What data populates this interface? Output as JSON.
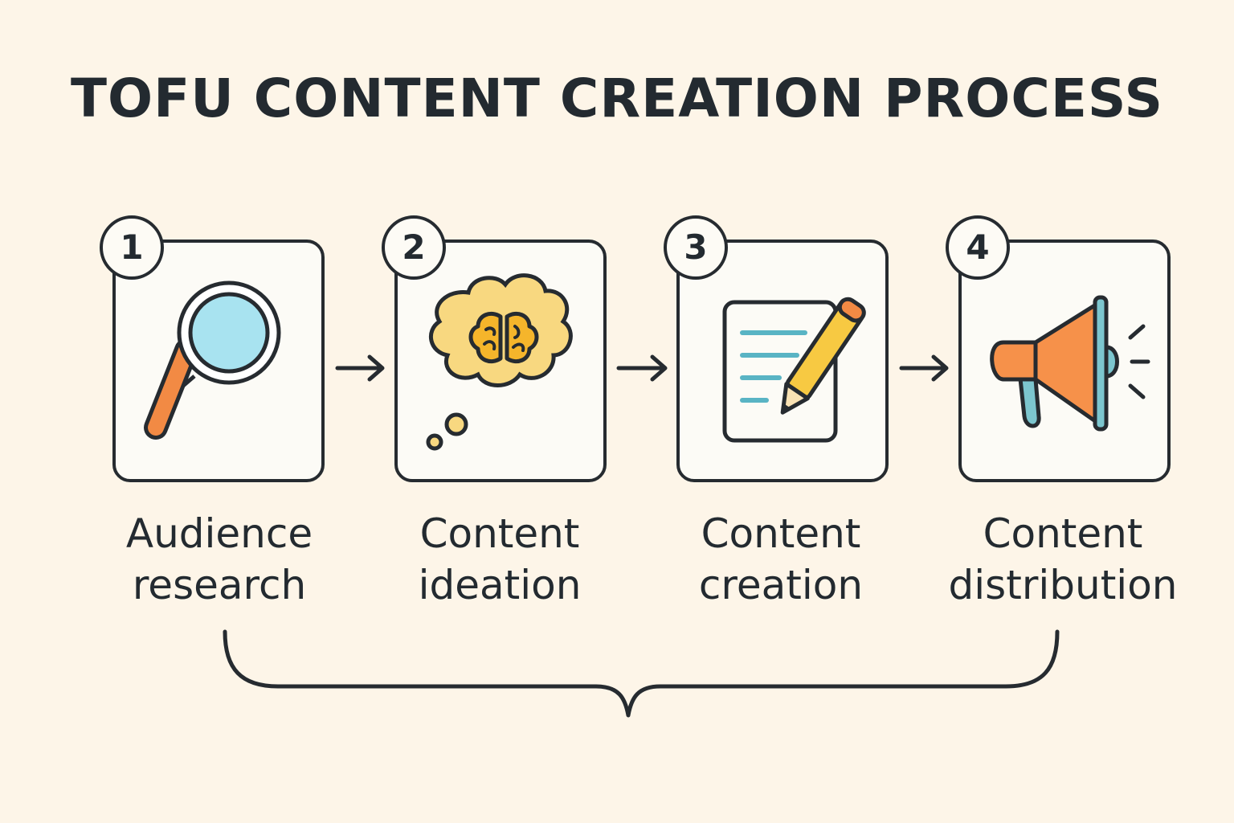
{
  "title": "TOFU CONTENT CREATION PROCESS",
  "steps": [
    {
      "number": "1",
      "label_line1": "Audience",
      "label_line2": "research",
      "icon": "magnifying-glass-icon"
    },
    {
      "number": "2",
      "label_line1": "Content",
      "label_line2": "ideation",
      "icon": "brain-thought-bubble-icon"
    },
    {
      "number": "3",
      "label_line1": "Content",
      "label_line2": "creation",
      "icon": "document-pencil-icon"
    },
    {
      "number": "4",
      "label_line1": "Content",
      "label_line2": "distribution",
      "icon": "megaphone-icon"
    }
  ],
  "colors": {
    "background": "#fdf5e8",
    "outline": "#262b30",
    "lens": "#a8e3f0",
    "handle": "#f28a44",
    "brain_bubble": "#f8d880",
    "brain": "#f5b52b",
    "text_lines": "#59b4c4",
    "pencil": "#f7c942",
    "megaphone": "#f6914a",
    "megaphone_handle": "#7cc6cf"
  }
}
